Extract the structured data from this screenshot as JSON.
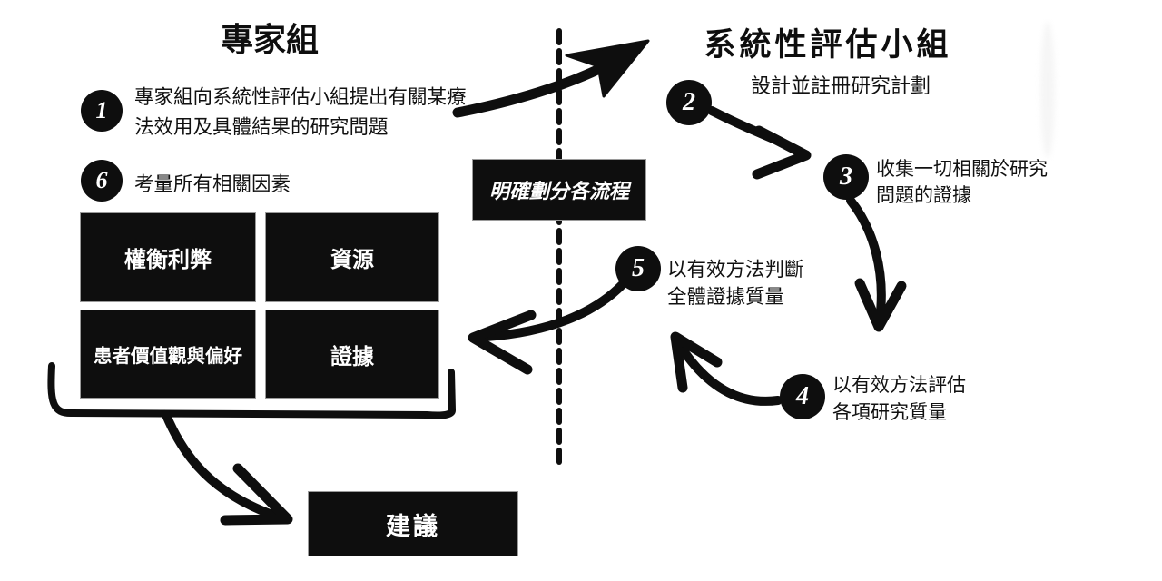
{
  "colors": {
    "ink": "#0e0e0e",
    "paper": "#ffffff",
    "box_text": "#ffffff"
  },
  "left_panel": {
    "title": "專家組"
  },
  "right_panel": {
    "title": "系統性評估小組"
  },
  "steps": [
    {
      "num": "1",
      "text": "專家組向系統性評估小組提出有關某療法效用及具體結果的研究問題"
    },
    {
      "num": "2",
      "text": "設計並註冊研究計劃"
    },
    {
      "num": "3",
      "text": "收集一切相關於研究問題的證據"
    },
    {
      "num": "4",
      "text": "以有效方法評估各項研究質量"
    },
    {
      "num": "5",
      "text": "以有效方法判斷全體證據質量"
    },
    {
      "num": "6",
      "text": "考量所有相關因素"
    }
  ],
  "factors": [
    {
      "label": "權衡利弊"
    },
    {
      "label": "資源"
    },
    {
      "label": "患者價值觀與偏好"
    },
    {
      "label": "證據"
    }
  ],
  "divider": {
    "label": "明確劃分各流程"
  },
  "recommendation": {
    "label": "建議"
  }
}
